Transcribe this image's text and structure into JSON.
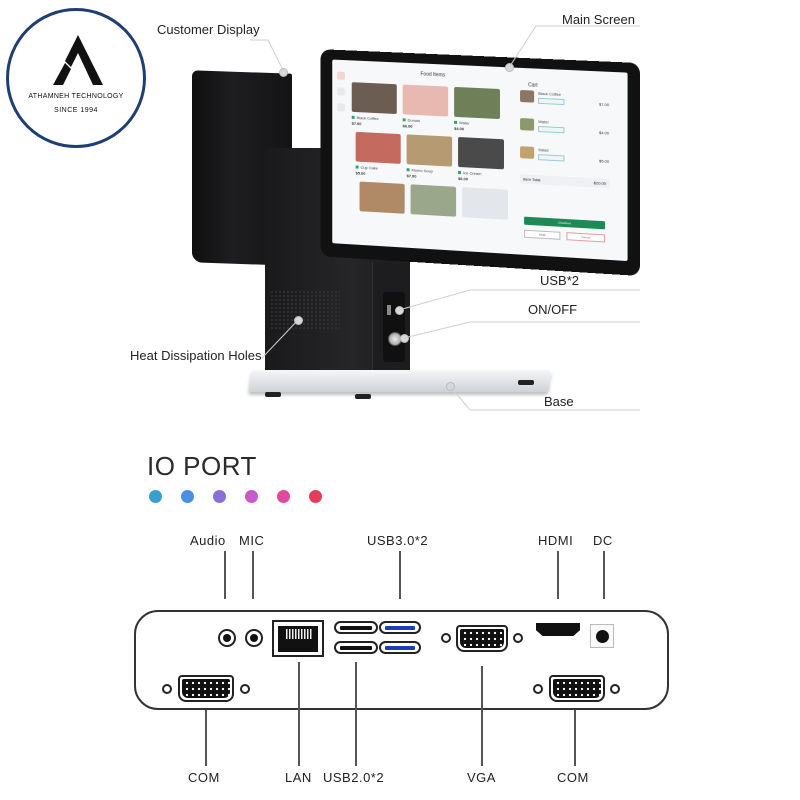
{
  "logo": {
    "company": "ATHAMNEH TECHNOLOGY",
    "since": "SINCE 1994",
    "ring_color": "#1f3f74"
  },
  "device_callouts": {
    "customer_display": "Customer Display",
    "main_screen": "Main Screen",
    "usb": "USB*2",
    "on_off": "ON/OFF",
    "heat_dissipation": "Heat Dissipation Holes",
    "base": "Base"
  },
  "pos_screen": {
    "title": "Food Items",
    "cart_title": "Cart",
    "menu_items": [
      {
        "name": "Black Coffee",
        "price": "$7.00",
        "color": "#6b5d52"
      },
      {
        "name": "Donuts",
        "price": "$6.00",
        "color": "#e8b9b0"
      },
      {
        "name": "Water",
        "price": "$4.00",
        "color": "#6f7f58"
      },
      {
        "name": "Cup Cake",
        "price": "$5.00",
        "color": "#c56a5f"
      },
      {
        "name": "Momo Soup",
        "price": "$7.00",
        "color": "#b59a72"
      },
      {
        "name": "Ice Cream",
        "price": "$6.00",
        "color": "#4a4a4a"
      },
      {
        "name": "",
        "price": "",
        "color": "#b08a66"
      },
      {
        "name": "",
        "price": "",
        "color": "#9ba78a"
      },
      {
        "name": "",
        "price": "",
        "color": "#e3e7ec"
      }
    ],
    "cart_items": [
      {
        "name": "Black Coffee",
        "price": "$7.00",
        "color": "#8c7765"
      },
      {
        "name": "Water",
        "price": "$4.00",
        "color": "#8a9a6a"
      },
      {
        "name": "Salad",
        "price": "$5.00",
        "color": "#c2a36d"
      }
    ],
    "item_total_label": "Item Total",
    "item_total_value": "$20.00",
    "checkout_label": "Checkout",
    "hold_label": "Hold",
    "cancel_label": "Cancel"
  },
  "io_port": {
    "title": "IO PORT",
    "dot_colors": [
      "#3a9fd0",
      "#4a90e2",
      "#8a70d6",
      "#c65ac8",
      "#e04a9e",
      "#e63c5a"
    ],
    "top_labels": {
      "audio": "Audio",
      "mic": "MIC",
      "usb3": "USB3.0*2",
      "hdmi": "HDMI",
      "dc": "DC"
    },
    "bottom_labels": {
      "com_left": "COM",
      "lan": "LAN",
      "usb2": "USB2.0*2",
      "vga": "VGA",
      "com_right": "COM"
    },
    "usb3_color": "#1a3fb8"
  }
}
